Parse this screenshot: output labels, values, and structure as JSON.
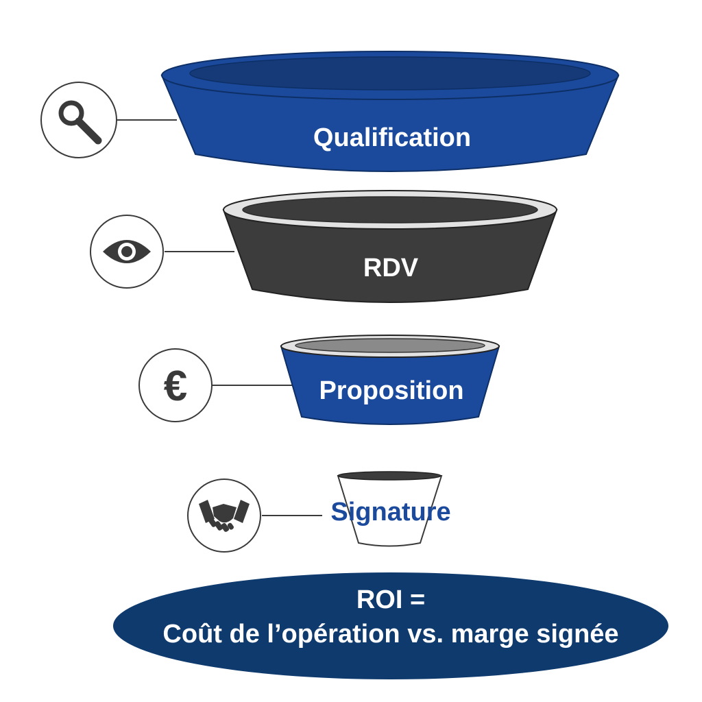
{
  "stages": [
    {
      "label": "Qualification",
      "icon": "search-icon",
      "color": "#1b4a9c"
    },
    {
      "label": "RDV",
      "icon": "eye-icon",
      "color": "#3c3c3c"
    },
    {
      "label": "Proposition",
      "icon": "euro-icon",
      "color": "#1b4a9c"
    },
    {
      "label": "Signature",
      "icon": "handshake-icon",
      "color": "#ffffff"
    }
  ],
  "roi": {
    "line1": "ROI =",
    "line2": "Coût de l’opération vs. marge signée",
    "color": "#0f3a6e"
  },
  "colors": {
    "brand_blue": "#1b4a9c",
    "dark_grey": "#3c3c3c",
    "navy": "#0f3a6e",
    "icon_grey": "#3a3a3a"
  }
}
